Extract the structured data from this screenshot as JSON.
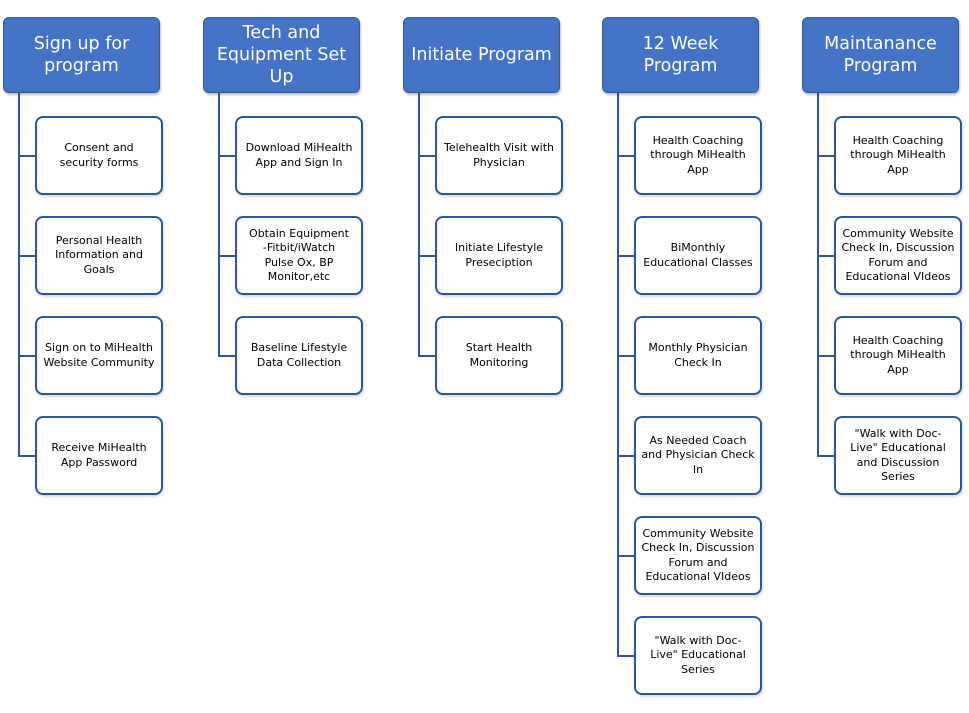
{
  "columns": [
    {
      "title": "Sign up for program",
      "items": [
        "Consent and security forms",
        "Personal Health Information and Goals",
        "Sign on to MiHealth Website Community",
        "Receive MiHealth App Password"
      ]
    },
    {
      "title": "Tech and Equipment Set Up",
      "items": [
        "Download MiHealth App and Sign In",
        "Obtain Equipment\n-Fitbit/iWatch\nPulse Ox, BP Monitor,etc",
        "Baseline Lifestyle Data Collection"
      ]
    },
    {
      "title": "Initiate Program",
      "items": [
        "Telehealth Visit with Physician",
        "Initiate Lifestyle Preseciption",
        "Start Health Monitoring"
      ]
    },
    {
      "title": "12 Week Program",
      "items": [
        "Health Coaching through MiHealth App",
        "BiMonthly Educational Classes",
        "Monthly Physician Check In",
        "As Needed Coach and Physician Check In",
        "Community Website Check In, Discussion Forum and Educational VIdeos",
        "\"Walk with Doc-Live\" Educational Series"
      ]
    },
    {
      "title": "Maintanance Program",
      "items": [
        "Health Coaching through MiHealth App",
        "Community Website Check In, Discussion Forum and Educational VIdeos",
        "Health Coaching through MiHealth App",
        "\"Walk with Doc- Live\" Educational  and Discussion Series"
      ]
    }
  ],
  "colors": {
    "header_fill": "#4472c4",
    "connector": "#2f5597",
    "card_border": "#2f5597"
  }
}
